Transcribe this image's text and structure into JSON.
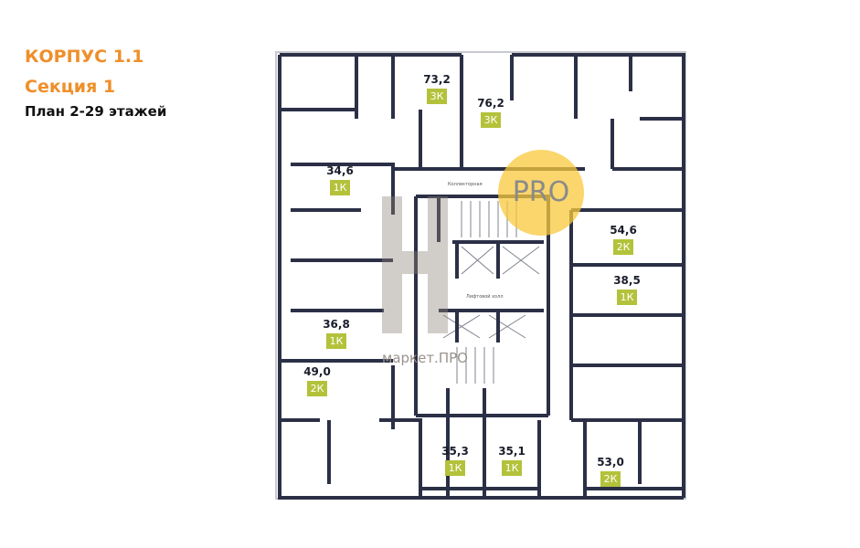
{
  "header": {
    "building": "КОРПУС 1.1",
    "section": "Секция 1",
    "plan": "План 2-29 этажей"
  },
  "rooms": {
    "collector": "Коллекторная",
    "elevator_hall": "Лифтовой холл"
  },
  "apartments": [
    {
      "area": "73,2",
      "type": "3К"
    },
    {
      "area": "76,2",
      "type": "3К"
    },
    {
      "area": "34,6",
      "type": "1К"
    },
    {
      "area": "54,6",
      "type": "2К"
    },
    {
      "area": "38,5",
      "type": "1К"
    },
    {
      "area": "36,8",
      "type": "1К"
    },
    {
      "area": "49,0",
      "type": "2К"
    },
    {
      "area": "35,3",
      "type": "1К"
    },
    {
      "area": "35,1",
      "type": "1К"
    },
    {
      "area": "53,0",
      "type": "2К"
    }
  ],
  "watermark": {
    "badge": "PRO",
    "text": "маркет.ПРО"
  },
  "colors": {
    "accent": "#ef8f2a",
    "badge": "#b3c23a",
    "walls": "#2b3046"
  }
}
